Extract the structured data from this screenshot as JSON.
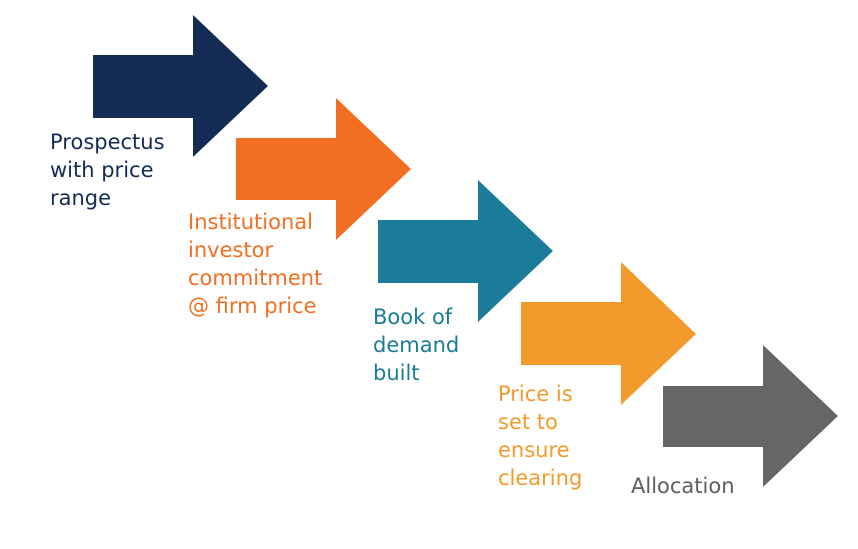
{
  "steps": [
    {
      "lines": [
        "Prospectus",
        "with price",
        "range"
      ],
      "color": "#142c54"
    },
    {
      "lines": [
        "Institutional",
        "investor",
        "commitment",
        "@ firm price"
      ],
      "color": "#f26e21"
    },
    {
      "lines": [
        "Book of",
        "demand",
        "built"
      ],
      "color": "#1a7c99"
    },
    {
      "lines": [
        "Price is",
        "set to",
        "ensure",
        "clearing"
      ],
      "color": "#f39a2c"
    },
    {
      "lines": [
        "Allocation"
      ],
      "color": "#666666",
      "text_color": "#5e5e5e"
    }
  ]
}
